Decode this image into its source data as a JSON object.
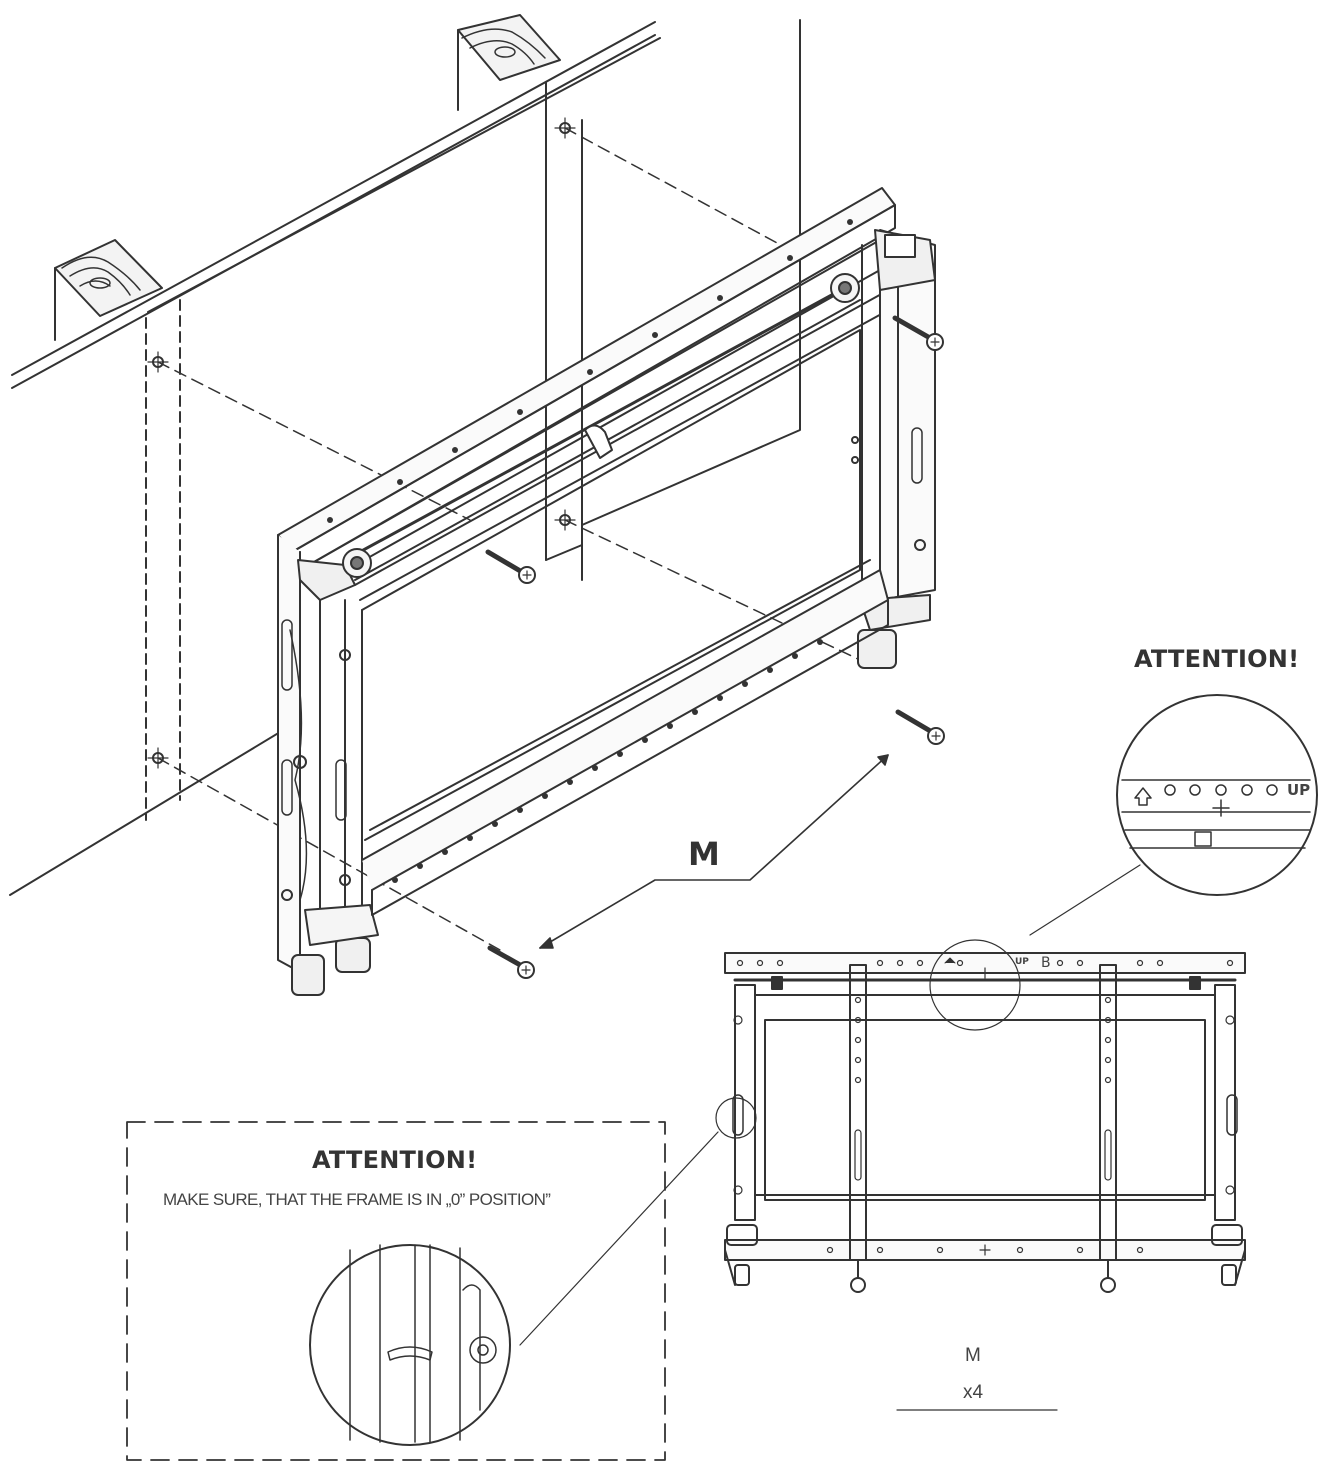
{
  "attention_zoom": {
    "title": "ATTENTION!",
    "marking_text": "UP"
  },
  "attention_box": {
    "title": "ATTENTION!",
    "note": "MAKE SURE, THAT THE FRAME IS IN „0” POSITION”"
  },
  "screw_callout": {
    "letter": "M"
  },
  "legend": {
    "letter": "M",
    "quantity": "x4"
  },
  "front_view": {
    "rail_marking": "UP",
    "rail_letter": "B"
  }
}
